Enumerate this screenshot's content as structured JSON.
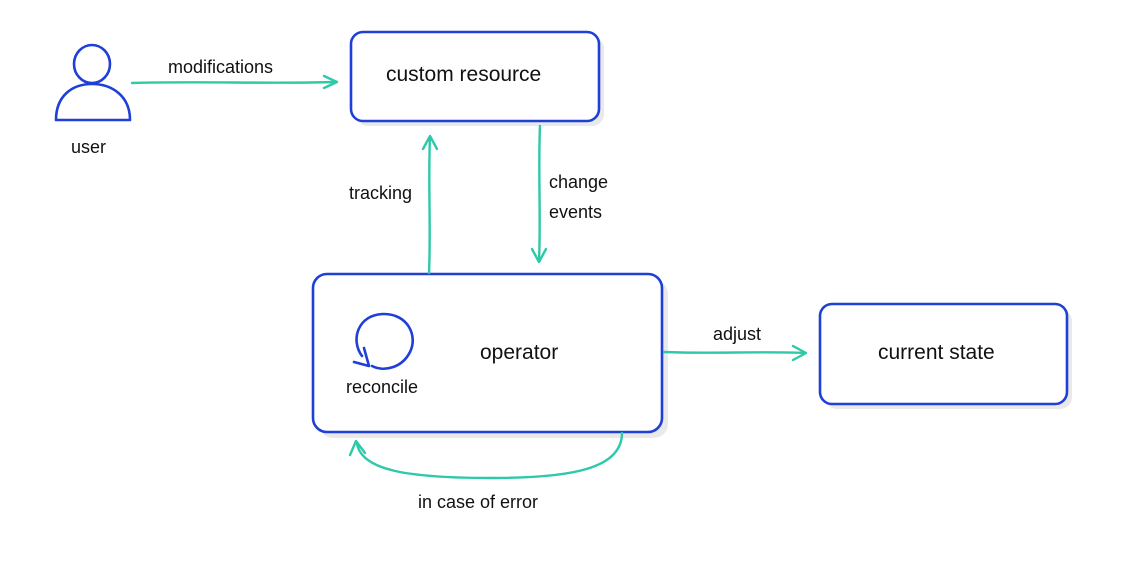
{
  "nodes": {
    "user": {
      "label": "user"
    },
    "custom_resource": {
      "label": "custom resource"
    },
    "operator": {
      "label": "operator",
      "loop_label": "reconcile"
    },
    "current_state": {
      "label": "current state"
    }
  },
  "edges": {
    "modifications": {
      "label": "modifications"
    },
    "tracking": {
      "label": "tracking"
    },
    "change_events": {
      "line1": "change",
      "line2": "events"
    },
    "adjust": {
      "label": "adjust"
    },
    "error": {
      "label": "in case of error"
    }
  },
  "colors": {
    "box_stroke": "#1f3fd6",
    "arrow": "#2ec9a8",
    "text": "#111111"
  },
  "icons": [
    "user-icon",
    "reconcile-icon"
  ]
}
